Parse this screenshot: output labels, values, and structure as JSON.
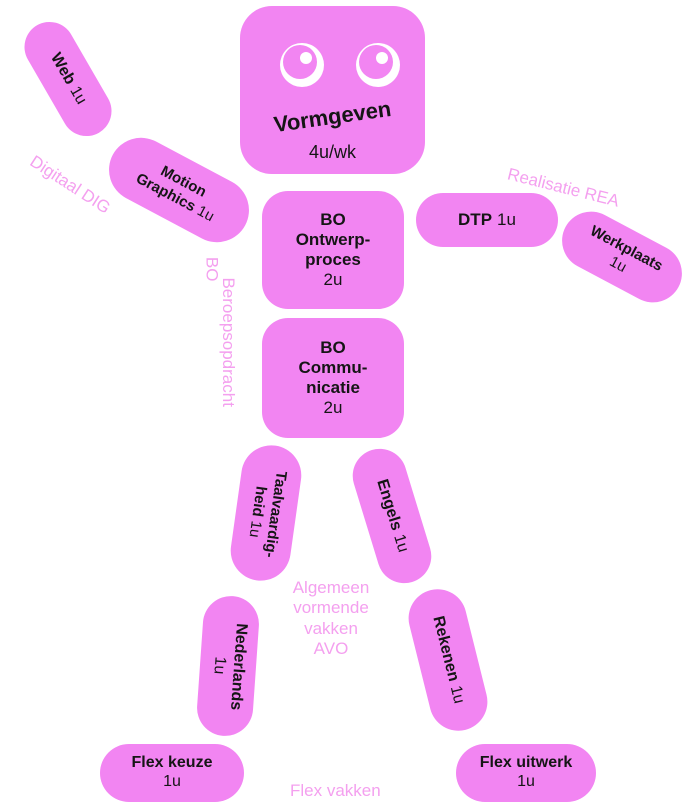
{
  "head": {
    "title": "Vormgeven",
    "hours": "4u/wk"
  },
  "arms": {
    "web": {
      "title": "Web",
      "hours": "1u"
    },
    "motion": {
      "title_line1": "Motion",
      "title_line2": "Graphics",
      "hours": "1u"
    },
    "dtp": {
      "title": "DTP",
      "hours": "1u"
    },
    "werkplaats": {
      "title": "Werkplaats",
      "hours": "1u"
    }
  },
  "body": {
    "ontwerp": {
      "line1": "BO",
      "line2": "Ontwerp-",
      "line3": "proces",
      "hours": "2u"
    },
    "communicatie": {
      "line1": "BO",
      "line2": "Commu-",
      "line3": "nicatie",
      "hours": "2u"
    }
  },
  "legs": {
    "taal": {
      "line1": "Taalvaardig-",
      "line2": "heid",
      "hours": "1u"
    },
    "engels": {
      "title": "Engels",
      "hours": "1u"
    },
    "nederlands": {
      "title": "Nederlands",
      "hours": "1u"
    },
    "rekenen": {
      "title": "Rekenen",
      "hours": "1u"
    }
  },
  "feet": {
    "flex_keuze": {
      "title": "Flex keuze",
      "hours": "1u"
    },
    "flex_uitwerk": {
      "title": "Flex uitwerk",
      "hours": "1u"
    }
  },
  "labels": {
    "digitaal": "Digitaal DIG",
    "realisatie": "Realisatie REA",
    "beroeps": "Beroepsopdracht",
    "bo": "BO",
    "avo_line1": "Algemeen",
    "avo_line2": "vormende",
    "avo_line3": "vakken",
    "avo_line4": "AVO",
    "flex": "Flex vakken"
  },
  "colors": {
    "block": "#f285f2",
    "note": "#f4a0ef",
    "text": "#151515"
  }
}
